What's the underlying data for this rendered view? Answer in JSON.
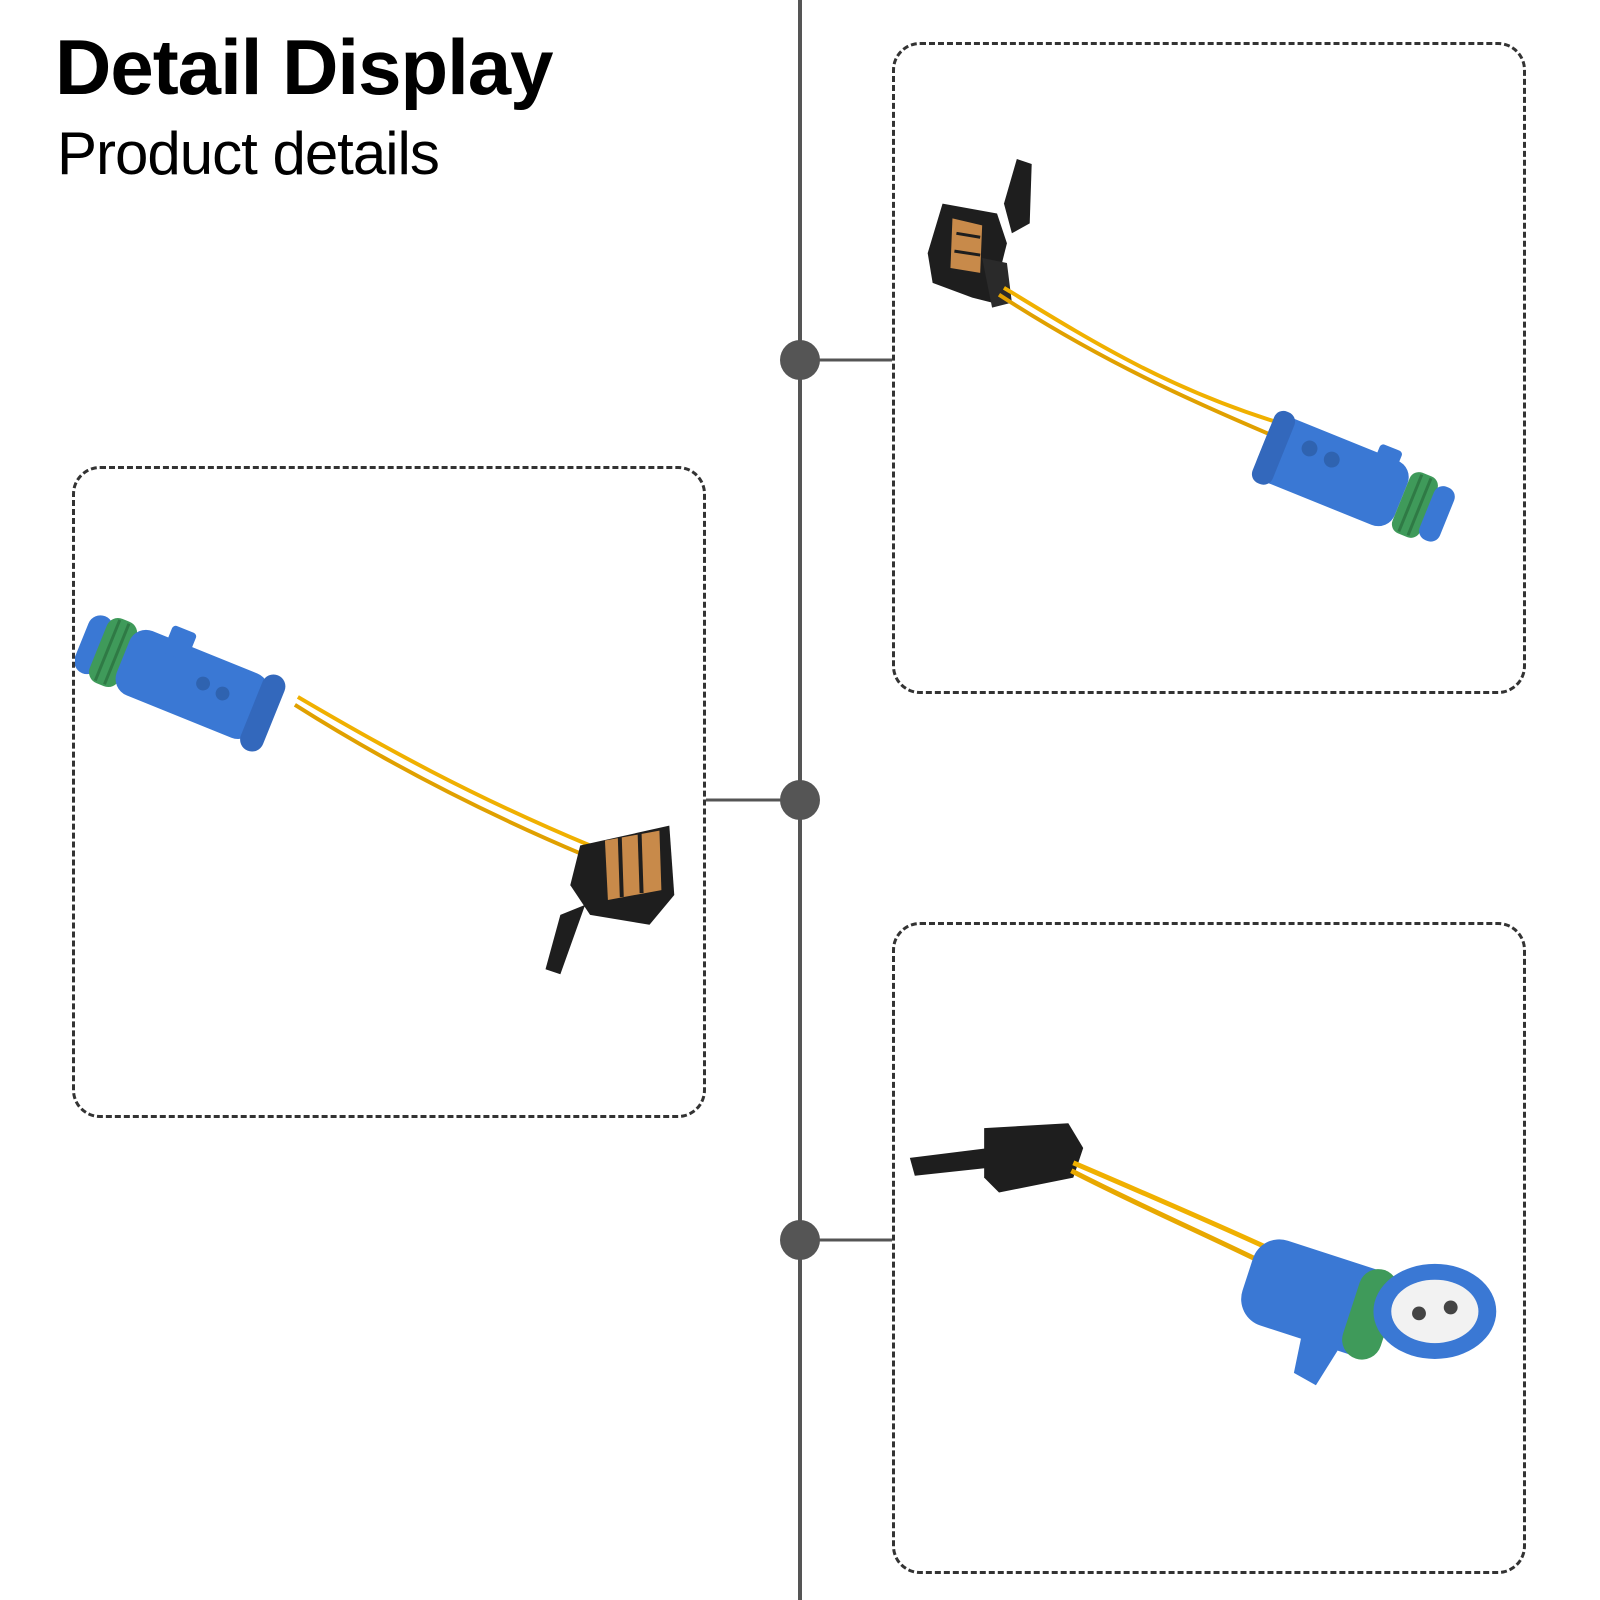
{
  "header": {
    "title": "Detail Display",
    "subtitle": "Product details"
  },
  "colors": {
    "connector_blue": "#3a78d4",
    "seal_green": "#3f9a5a",
    "wire_yellow": "#f0b000",
    "sensor_black": "#1e1e1e",
    "contact_copper": "#c88a4a",
    "timeline_gray": "#555555",
    "dashed_border": "#333333"
  },
  "panels": [
    {
      "name": "top-right",
      "image": "brake-wear-sensor-side-view"
    },
    {
      "name": "middle-left",
      "image": "brake-wear-sensor-front-view"
    },
    {
      "name": "bottom-right",
      "image": "brake-wear-sensor-plug-end-view"
    }
  ]
}
